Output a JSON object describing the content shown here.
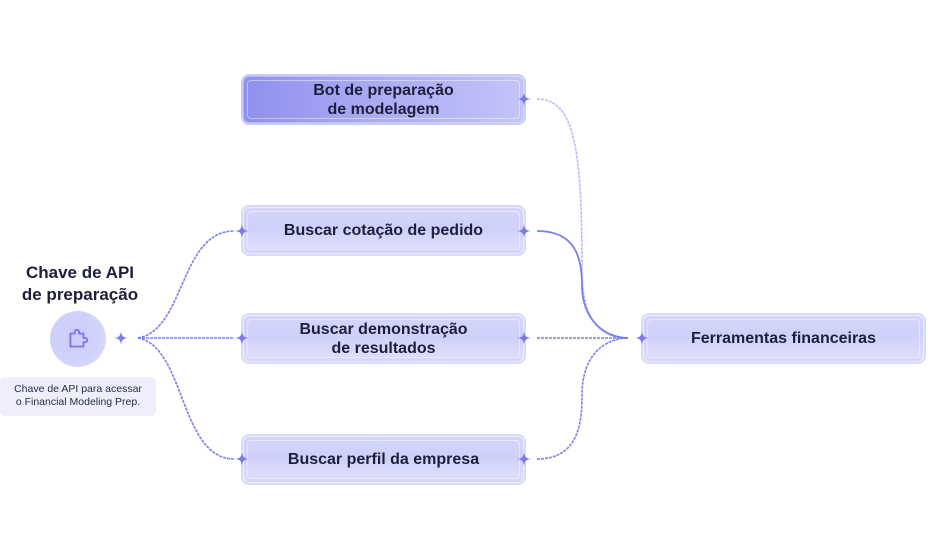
{
  "diagram": {
    "colors": {
      "accent": "#7b7cea",
      "line_strong": "#7d7eea",
      "line_faint": "#b8b9f5",
      "node_fill": "#d4d4fa",
      "node_fill_dark": "#9c9df0",
      "text": "#1e1f3b",
      "note_bg": "#eeeefc"
    },
    "source": {
      "title_line1": "Chave de API",
      "title_line2": "de preparação",
      "icon": "puzzle-piece-icon",
      "description_line1": "Chave de API para acessar",
      "description_line2": "o Financial Modeling Prep."
    },
    "nodes": [
      {
        "id": "bot",
        "line1": "Bot de preparação",
        "line2": "de modelagem",
        "style": "dark"
      },
      {
        "id": "quote",
        "line1": "Buscar cotação de pedido",
        "line2": "",
        "style": "light"
      },
      {
        "id": "income",
        "line1": "Buscar demonstração",
        "line2": "de resultados",
        "style": "light"
      },
      {
        "id": "profile",
        "line1": "Buscar perfil da empresa",
        "line2": "",
        "style": "light"
      }
    ],
    "target": {
      "id": "fin",
      "label": "Ferramentas financeiras"
    },
    "edges": [
      {
        "from": "source",
        "to": "quote",
        "style": "dashed"
      },
      {
        "from": "source",
        "to": "income",
        "style": "dashed"
      },
      {
        "from": "source",
        "to": "profile",
        "style": "dashed"
      },
      {
        "from": "bot",
        "to": "fin",
        "style": "faint-dashed"
      },
      {
        "from": "quote",
        "to": "fin",
        "style": "solid"
      },
      {
        "from": "income",
        "to": "fin",
        "style": "dashed"
      },
      {
        "from": "profile",
        "to": "fin",
        "style": "dashed"
      }
    ]
  }
}
